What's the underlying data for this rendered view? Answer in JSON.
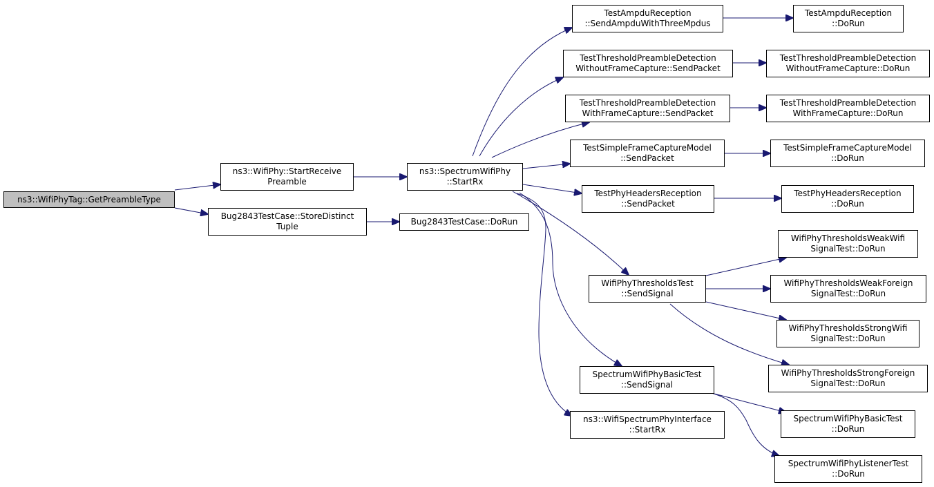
{
  "colors": {
    "edge": "#191970",
    "root_fill": "#bfbfbf",
    "node_fill": "#ffffff",
    "border": "#000000"
  },
  "nodes": {
    "root": [
      "ns3::WifiPhyTag::GetPreambleType"
    ],
    "wp_startreceive": [
      "ns3::WifiPhy::StartReceive",
      "Preamble"
    ],
    "bug_store": [
      "Bug2843TestCase::StoreDistinct",
      "Tuple"
    ],
    "swp_startrx": [
      "ns3::SpectrumWifiPhy",
      "::StartRx"
    ],
    "bug_dorun": [
      "Bug2843TestCase::DoRun"
    ],
    "ampdu_send": [
      "TestAmpduReception",
      "::SendAmpduWithThreeMpdus"
    ],
    "thr_wo_send": [
      "TestThresholdPreambleDetection",
      "WithoutFrameCapture::SendPacket"
    ],
    "thr_w_send": [
      "TestThresholdPreambleDetection",
      "WithFrameCapture::SendPacket"
    ],
    "sfc_send": [
      "TestSimpleFrameCaptureModel",
      "::SendPacket"
    ],
    "phh_send": [
      "TestPhyHeadersReception",
      "::SendPacket"
    ],
    "wpt_send": [
      "WifiPhyThresholdsTest",
      "::SendSignal"
    ],
    "swpb_send": [
      "SpectrumWifiPhyBasicTest",
      "::SendSignal"
    ],
    "wspi_startrx": [
      "ns3::WifiSpectrumPhyInterface",
      "::StartRx"
    ],
    "ampdu_dorun": [
      "TestAmpduReception",
      "::DoRun"
    ],
    "thr_wo_dorun": [
      "TestThresholdPreambleDetection",
      "WithoutFrameCapture::DoRun"
    ],
    "thr_w_dorun": [
      "TestThresholdPreambleDetection",
      "WithFrameCapture::DoRun"
    ],
    "sfc_dorun": [
      "TestSimpleFrameCaptureModel",
      "::DoRun"
    ],
    "phh_dorun": [
      "TestPhyHeadersReception",
      "::DoRun"
    ],
    "wpt_weakwifi": [
      "WifiPhyThresholdsWeakWifi",
      "SignalTest::DoRun"
    ],
    "wpt_weakforeign": [
      "WifiPhyThresholdsWeakForeign",
      "SignalTest::DoRun"
    ],
    "wpt_strongwifi": [
      "WifiPhyThresholdsStrongWifi",
      "SignalTest::DoRun"
    ],
    "wpt_strongforeign": [
      "WifiPhyThresholdsStrongForeign",
      "SignalTest::DoRun"
    ],
    "swpb_dorun": [
      "SpectrumWifiPhyBasicTest",
      "::DoRun"
    ],
    "swpl_dorun": [
      "SpectrumWifiPhyListenerTest",
      "::DoRun"
    ]
  }
}
